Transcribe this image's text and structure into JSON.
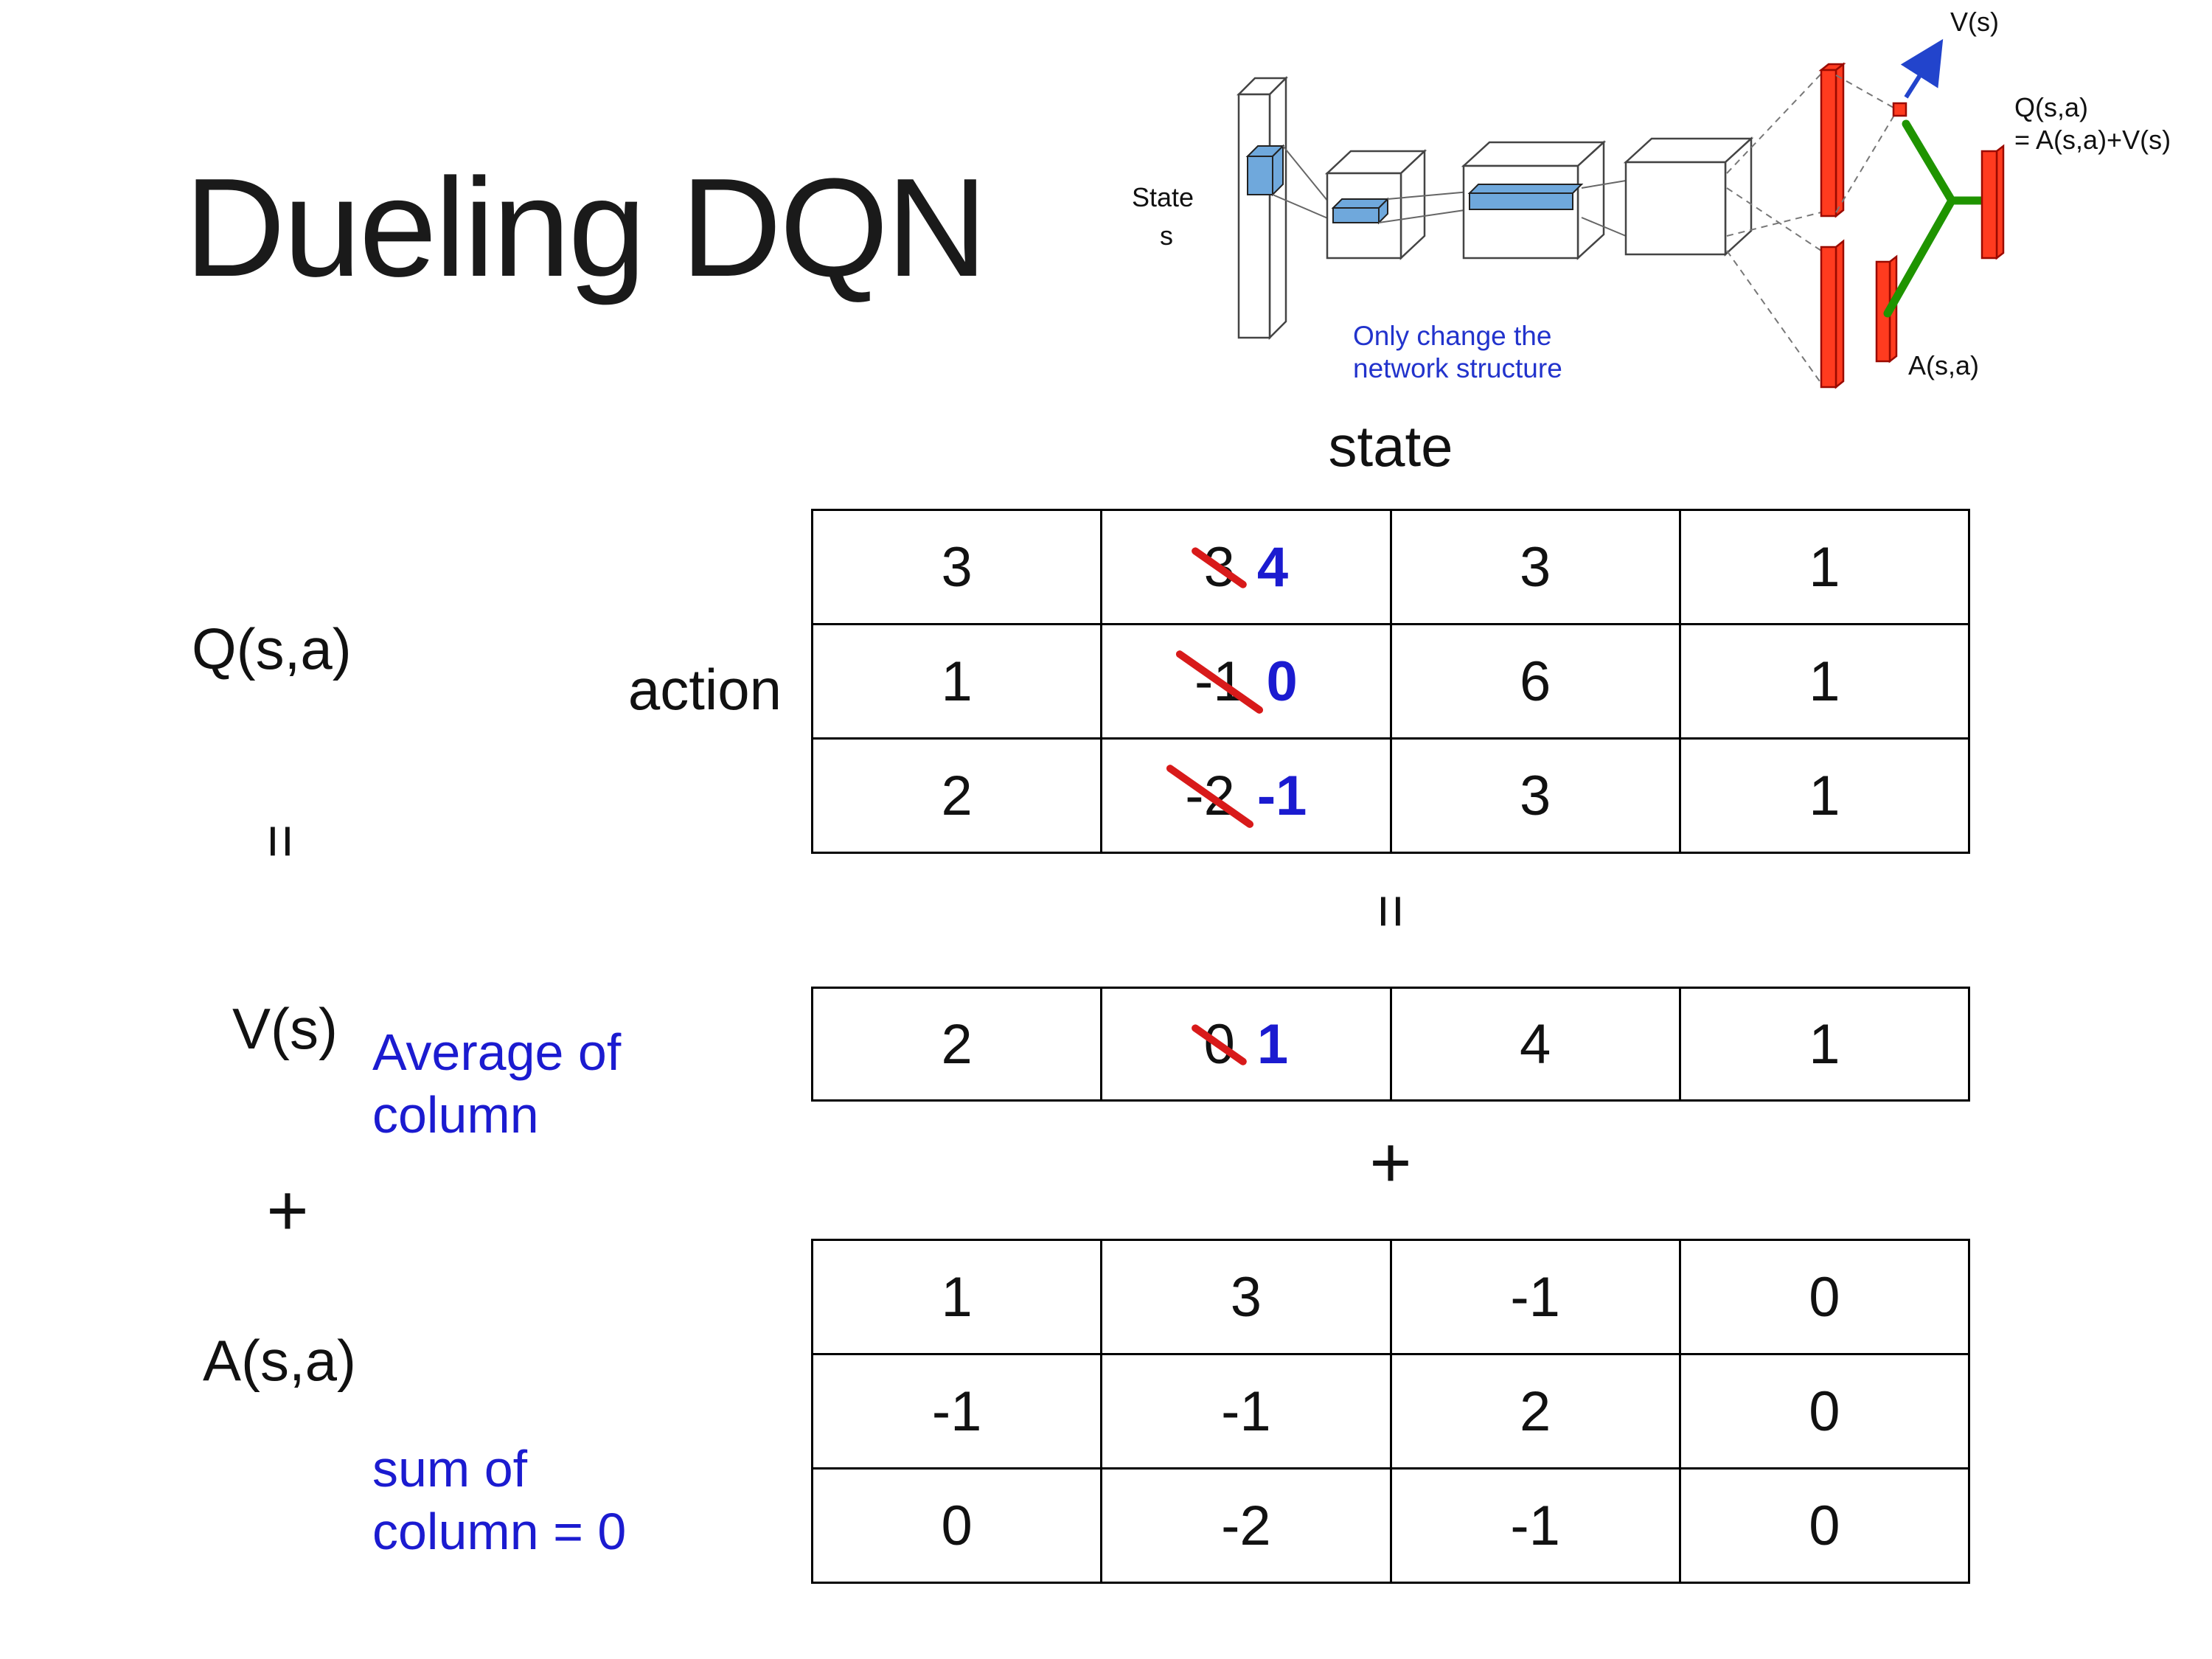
{
  "slide": {
    "title": "Dueling DQN"
  },
  "network_diagram": {
    "state_label": "State",
    "state_sub_label": "s",
    "note_line1": "Only change the",
    "note_line2": "network structure",
    "v_out_label": "V(s)",
    "q_out_label": "Q(s,a)",
    "q_out_formula": "= A(s,a)+V(s)",
    "a_out_label": "A(s,a)"
  },
  "equation": {
    "q_label": "Q(s,a)",
    "equals_left": "=",
    "v_label": "V(s)",
    "plus_left": "+",
    "a_label": "A(s,a)",
    "state_header": "state",
    "action_label": "action",
    "equals_mid": "=",
    "plus_mid": "+",
    "avg_note_line1": "Average of",
    "avg_note_line2": "column",
    "sum_note_line1": "sum of",
    "sum_note_line2": "column = 0"
  },
  "q_table": {
    "rows": [
      [
        "3",
        {
          "old": "3",
          "new": "4"
        },
        "3",
        "1"
      ],
      [
        "1",
        {
          "old": "-1",
          "new": "0"
        },
        "6",
        "1"
      ],
      [
        "2",
        {
          "old": "-2",
          "new": "-1"
        },
        "3",
        "1"
      ]
    ]
  },
  "v_table": {
    "rows": [
      [
        "2",
        {
          "old": "0",
          "new": "1"
        },
        "4",
        "1"
      ]
    ]
  },
  "a_table": {
    "rows": [
      [
        "1",
        "3",
        "-1",
        "0"
      ],
      [
        "-1",
        "-1",
        "2",
        "0"
      ],
      [
        "0",
        "-2",
        "-1",
        "0"
      ]
    ]
  },
  "colors": {
    "accent_blue": "#1b1bd0",
    "note_blue": "#2233cc",
    "strike_red": "#d81a1a",
    "bar_red": "#ff3b1f",
    "merge_green": "#1f9400",
    "conv_blue": "#6fa8dc"
  }
}
